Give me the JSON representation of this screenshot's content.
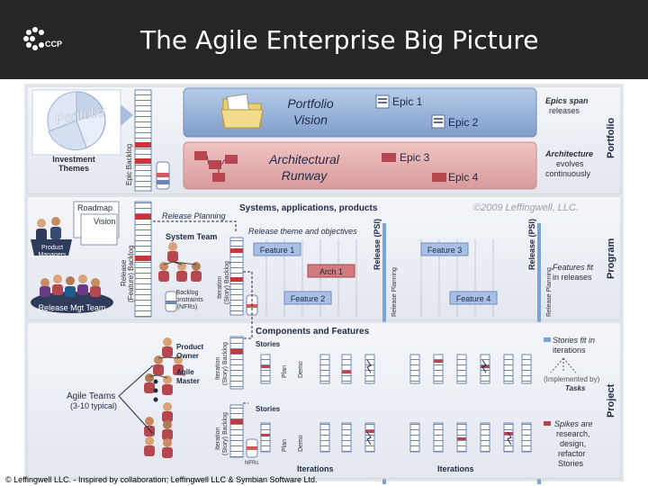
{
  "slide": {
    "title": "The Agile Enterprise Big Picture",
    "logo_text": "CCP",
    "footer": "© Leffingwell LLC. - Inspired by collaboration; Leffingwell LLC & Symbian Software Ltd."
  },
  "portfolio": {
    "pie_label": "Portfolio",
    "investment_themes": [
      "Investment",
      "Themes"
    ],
    "epic_backlog": "Epic Backlog",
    "portfolio_vision": [
      "Portfolio",
      "Vision"
    ],
    "architectural_runway": [
      "Architectural",
      "Runway"
    ],
    "epics": [
      "Epic 1",
      "Epic 2",
      "Epic  3",
      "Epic 4"
    ],
    "note_epics": [
      "Epics span",
      "releases"
    ],
    "note_arch": [
      "Architecture",
      "evolves",
      "continuously"
    ],
    "level": "Portfolio",
    "copyright": "©2009 Leffingwell, LLC."
  },
  "program": {
    "roadmap": "Roadmap",
    "vision": "Vision",
    "product_managers": [
      "Product",
      "Managers"
    ],
    "release_mgt_team": "Release Mgt Team",
    "release_backlog": [
      "Release",
      "(Feature) Backlog"
    ],
    "release_planning": "Release Planning",
    "system_team": "System Team",
    "iteration_backlog": [
      "Iteration",
      "(Story) Backlog"
    ],
    "backlog_constraints": [
      "Backlog",
      "Constraints",
      "(NFRs)"
    ],
    "systems_heading": "Systems, applications, products",
    "release_theme": "Release theme and objectives",
    "features": [
      "Feature 1",
      "Feature 2",
      "Feature 3",
      "Feature 4"
    ],
    "arch1": "Arch 1",
    "release_psi": "Release (PSI)",
    "release_planning_vert": "Release Planning",
    "note_features": [
      "Features fit",
      "in releases"
    ],
    "level": "Program"
  },
  "project": {
    "components_heading": "Components and Features",
    "stories": "Stories",
    "product_owner": [
      "Product",
      "Owner"
    ],
    "agile_master": [
      "Agile",
      "Master"
    ],
    "agile_teams": [
      "Agile Teams",
      "(3-10 typical)"
    ],
    "iteration_backlog": [
      "Iteration",
      "(Story) Backlog"
    ],
    "plan": "Plan",
    "demo": "Demo",
    "nfrs": "NFRs",
    "iterations": "Iterations",
    "note_stories": [
      "Stories fit in",
      "iterations"
    ],
    "implemented_by": [
      "(Implemented by)",
      "Tasks"
    ],
    "note_spikes": [
      "Spikes are",
      "research,",
      "design,",
      "refactor",
      "Stories"
    ],
    "level": "Project"
  },
  "colors": {
    "header": "#262626",
    "portfolio_blue": "#8aa9d4",
    "runway_red": "#e0a1a2",
    "feature_blue": "#a9c0e6",
    "arch_red": "#d27a7d",
    "release_line": "#7aa3d6",
    "panel_bg": "#eef0f4",
    "text_dark": "#1e2a47"
  }
}
